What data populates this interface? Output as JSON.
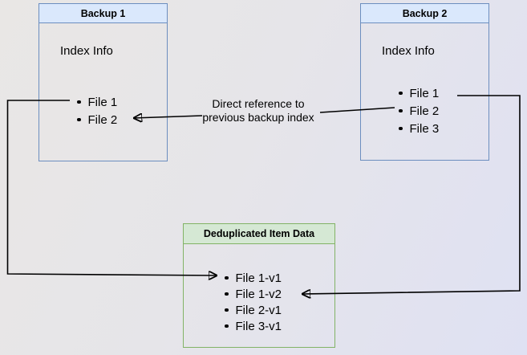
{
  "diagram": {
    "title_implicit": "Backup deduplication diagram",
    "boxes": {
      "backup1": {
        "title": "Backup 1",
        "subtitle": "Index Info",
        "items": [
          "File 1",
          "File 2"
        ]
      },
      "backup2": {
        "title": "Backup 2",
        "subtitle": "Index Info",
        "items": [
          "File 1",
          "File 2",
          "File 3"
        ]
      },
      "dedup": {
        "title": "Deduplicated Item Data",
        "items": [
          "File 1-v1",
          "File 1-v2",
          "File 2-v1",
          "File 3-v1"
        ]
      }
    },
    "annotation": {
      "line1": "Direct reference to",
      "line2": "previous backup index"
    },
    "arrows": [
      {
        "name": "backup1-file1-to-dedup-file1v1",
        "from": "Backup 1 / File 1",
        "to": "Deduplicated Item Data / File 1-v1"
      },
      {
        "name": "backup2-file2-to-backup1-file2",
        "from": "Backup 2 / File 2",
        "to": "Backup 1 / File 2",
        "label": "Direct reference to previous backup index"
      },
      {
        "name": "backup2-file1-to-dedup-file1v2",
        "from": "Backup 2 / File 1",
        "to": "Deduplicated Item Data / File 1-v2"
      }
    ],
    "colors": {
      "blue_fill": "#dae8fc",
      "blue_border": "#6c8ebf",
      "green_fill": "#d5e8d4",
      "green_border": "#82b366",
      "connector": "#000000",
      "background_left": "#e9e7e5",
      "background_right": "#dfe1f3"
    }
  }
}
